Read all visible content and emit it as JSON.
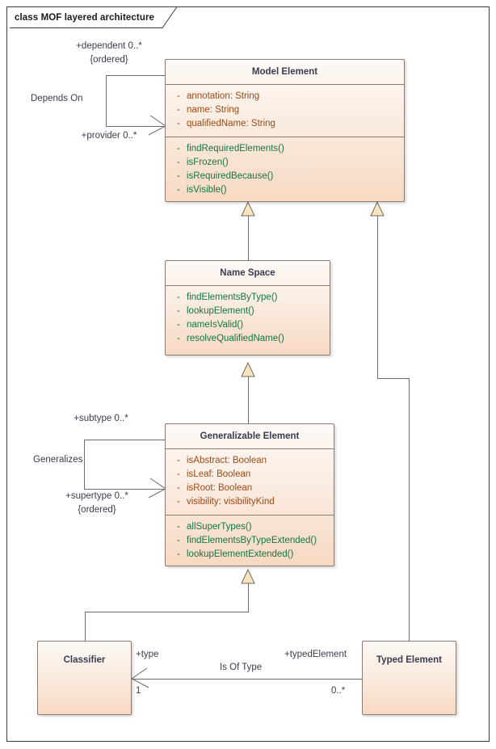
{
  "frame": {
    "title": "class MOF layered architecture"
  },
  "palette": {
    "class_border": "#8c7b72",
    "class_fill_top": "#fdf9f6",
    "class_fill_bottom": "#f7d9c2",
    "attribute_color": "#9c4a17",
    "operation_color": "#127544",
    "title_color": "#3b3b4f",
    "connector_color": "#6b6b6b",
    "arrow_fill": "#fbe3bb",
    "frame_border": "#3c3c3c"
  },
  "classes": [
    {
      "id": "model-element",
      "name": "Model Element",
      "attributes": [
        {
          "visibility": "-",
          "text": "annotation: String"
        },
        {
          "visibility": "-",
          "text": "name: String"
        },
        {
          "visibility": "-",
          "text": "qualifiedName: String"
        }
      ],
      "operations": [
        {
          "visibility": "-",
          "text": "findRequiredElements()"
        },
        {
          "visibility": "-",
          "text": "isFrozen()"
        },
        {
          "visibility": "-",
          "text": "isRequiredBecause()"
        },
        {
          "visibility": "-",
          "text": "isVisible()"
        }
      ]
    },
    {
      "id": "name-space",
      "name": "Name Space",
      "attributes": [],
      "operations": [
        {
          "visibility": "-",
          "text": "findElementsByType()"
        },
        {
          "visibility": "-",
          "text": "lookupElement()"
        },
        {
          "visibility": "-",
          "text": "nameIsValid()"
        },
        {
          "visibility": "-",
          "text": "resolveQualifiedName()"
        }
      ]
    },
    {
      "id": "generalizable-element",
      "name": "Generalizable Element",
      "attributes": [
        {
          "visibility": "-",
          "text": "isAbstract: Boolean"
        },
        {
          "visibility": "-",
          "text": "isLeaf: Boolean"
        },
        {
          "visibility": "-",
          "text": "isRoot: Boolean"
        },
        {
          "visibility": "-",
          "text": "visibility: visibilityKind"
        }
      ],
      "operations": [
        {
          "visibility": "-",
          "text": "allSuperTypes()"
        },
        {
          "visibility": "-",
          "text": "findElementsByTypeExtended()"
        },
        {
          "visibility": "-",
          "text": "lookupElementExtended()"
        }
      ]
    },
    {
      "id": "classifier",
      "name": "Classifier",
      "attributes": [],
      "operations": []
    },
    {
      "id": "typed-element",
      "name": "Typed Element",
      "attributes": [],
      "operations": []
    }
  ],
  "associations": {
    "depends_on": {
      "name": "Depends On",
      "source_role": "+dependent 0..*",
      "source_constraint": "{ordered}",
      "target_role": "+provider 0..*"
    },
    "generalizes": {
      "name": "Generalizes",
      "source_role": "+subtype 0..*",
      "target_role": "+supertype 0..*",
      "target_constraint": "{ordered}"
    },
    "is_of_type": {
      "name": "Is Of Type",
      "source_role": "+type",
      "source_multiplicity": "1",
      "target_role": "+typedElement",
      "target_multiplicity": "0..*"
    }
  }
}
